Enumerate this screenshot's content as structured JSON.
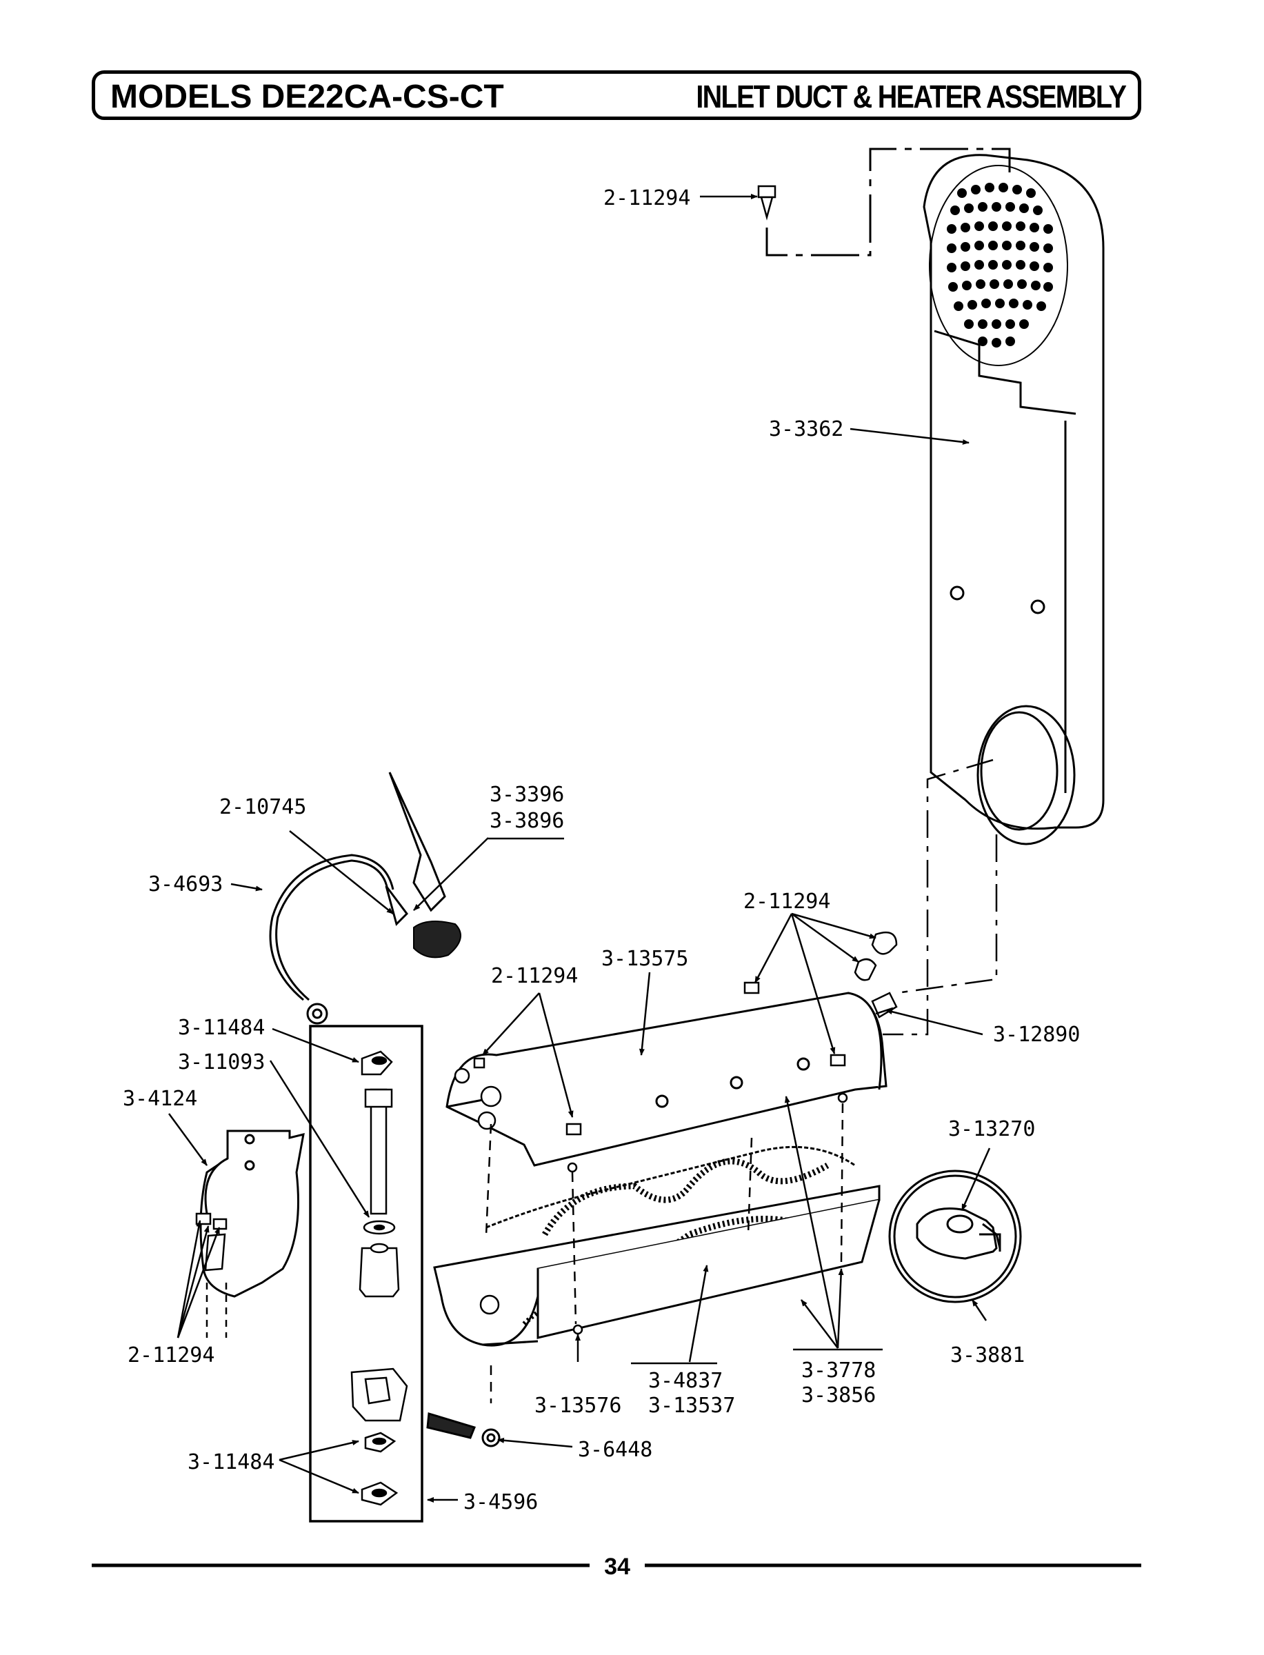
{
  "header": {
    "left_title": "MODELS DE22CA-CS-CT",
    "right_title": "INLET DUCT & HEATER ASSEMBLY"
  },
  "labels": {
    "screw_top": "2-11294",
    "duct": "3-3362",
    "jumper_wire": "2-10745",
    "thermostat_a": "3-3396",
    "thermostat_b": "3-3896",
    "wire_lead": "3-4693",
    "screw_right": "2-11294",
    "heater_housing": "3-13575",
    "screw_mid": "2-11294",
    "bracket": "3-12890",
    "nut_top": "3-11484",
    "stud": "3-11093",
    "clamp": "3-4124",
    "limiter": "3-13270",
    "screw_left": "2-11294",
    "element_a": "3-4837",
    "element_b": "3-13537",
    "bottom_shell": "3-13576",
    "insulator_a": "3-3778",
    "insulator_b": "3-3856",
    "limiter_assy": "3-3881",
    "nut_bottom": "3-11484",
    "terminal": "3-6448",
    "terminal_kit": "3-4596"
  },
  "page_number": "34"
}
